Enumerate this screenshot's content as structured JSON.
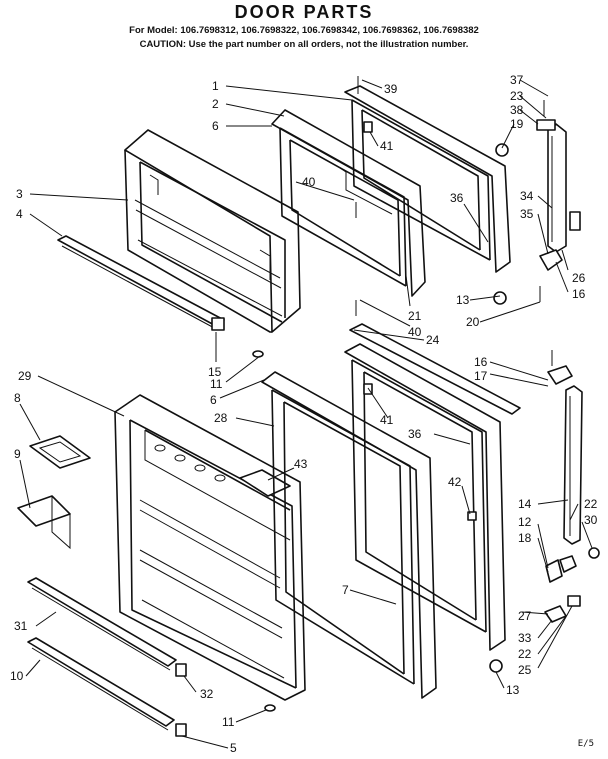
{
  "header": {
    "title": "DOOR PARTS",
    "models": "For Model: 106.7698312, 106.7698322, 106.7698342, 106.7698362, 106.7698382",
    "caution": "CAUTION: Use the part number on all orders, not the illustration number."
  },
  "page_ref": "E/5",
  "callouts": {
    "c1": "1",
    "c2": "2",
    "c3": "3",
    "c4": "4",
    "c5": "5",
    "c6a": "6",
    "c6b": "6",
    "c7": "7",
    "c8": "8",
    "c9": "9",
    "c10": "10",
    "c11a": "11",
    "c11b": "11",
    "c12": "12",
    "c13a": "13",
    "c13b": "13",
    "c14": "14",
    "c15": "15",
    "c16a": "16",
    "c16b": "16",
    "c17": "17",
    "c18": "18",
    "c19": "19",
    "c20": "20",
    "c21": "21",
    "c22a": "22",
    "c22b": "22",
    "c23": "23",
    "c24": "24",
    "c25": "25",
    "c26": "26",
    "c27": "27",
    "c28": "28",
    "c29": "29",
    "c30": "30",
    "c31": "31",
    "c32": "32",
    "c33": "33",
    "c34": "34",
    "c35": "35",
    "c36a": "36",
    "c36b": "36",
    "c37": "37",
    "c38": "38",
    "c39": "39",
    "c40a": "40",
    "c40b": "40",
    "c41a": "41",
    "c41b": "41",
    "c42": "42",
    "c43": "43"
  }
}
